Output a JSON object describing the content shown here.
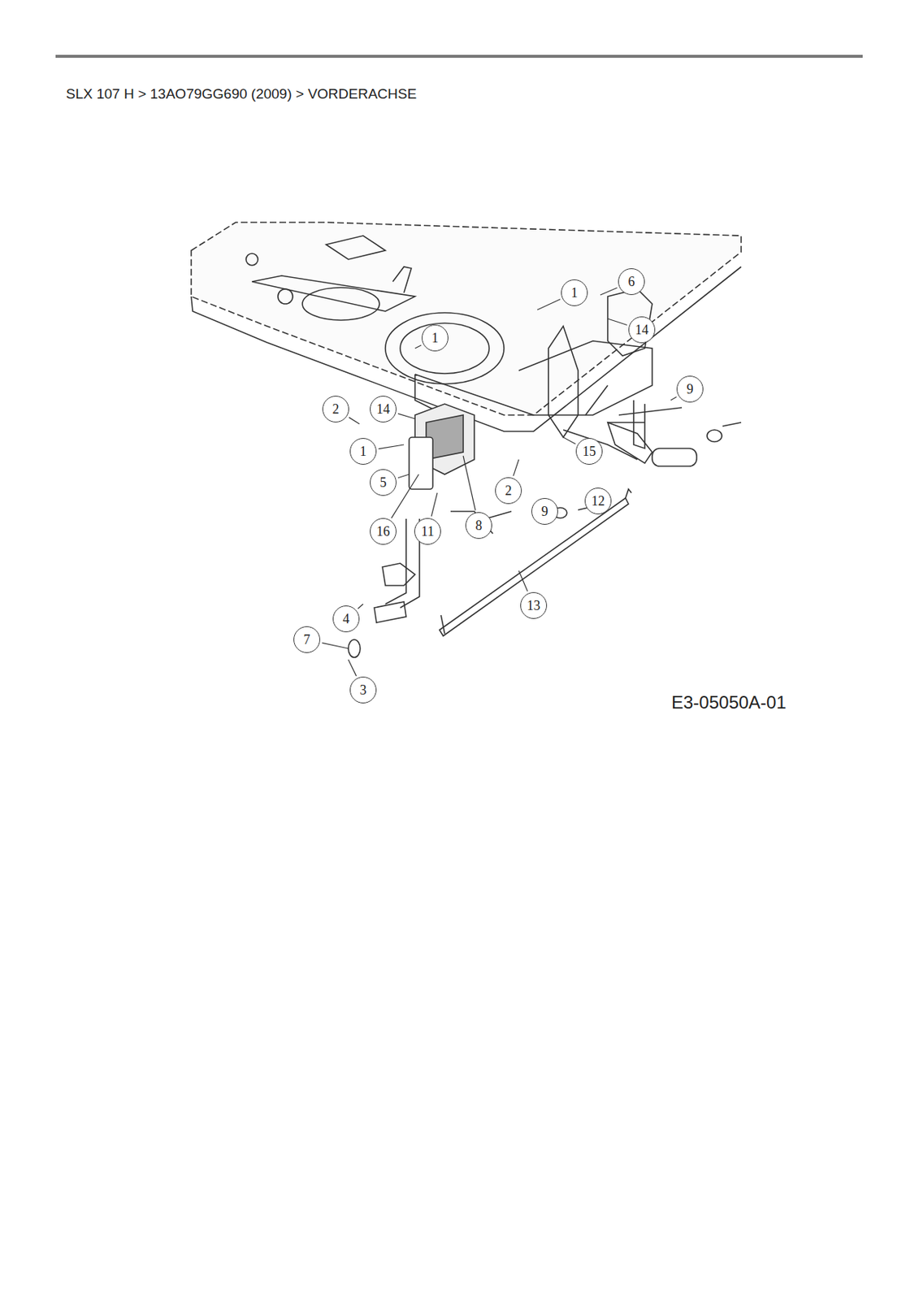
{
  "diagram": {
    "title": "SLX 107 H  >  13AO79GG690 (2009)  >  VORDERACHSE",
    "labels": [
      "1",
      "6",
      "14",
      "1",
      "9",
      "2",
      "14",
      "1",
      "15",
      "5",
      "2",
      "9",
      "12",
      "16",
      "11",
      "8",
      "13",
      "4",
      "7",
      "3",
      "E3-05050A-01"
    ]
  }
}
